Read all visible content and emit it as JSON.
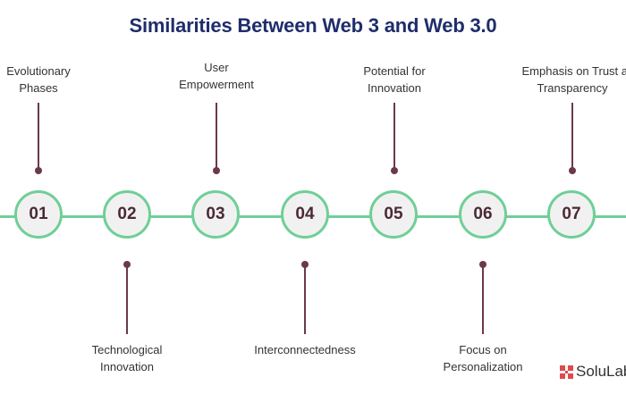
{
  "title": "Similarities Between Web 3 and Web 3.0",
  "colors": {
    "title": "#1f2d6b",
    "line": "#6fcf97",
    "node_fill": "#f2f1f1",
    "number": "#4a2a35",
    "stem": "#6b3a47",
    "logo_mark": "#e04a4a"
  },
  "steps": [
    {
      "number": "01",
      "lines": [
        "Evolutionary",
        "Phases"
      ],
      "position": "above"
    },
    {
      "number": "02",
      "lines": [
        "Technological",
        "Innovation"
      ],
      "position": "below"
    },
    {
      "number": "03",
      "lines": [
        "User",
        "Empowerment"
      ],
      "position": "above"
    },
    {
      "number": "04",
      "lines": [
        "Interconnectedness"
      ],
      "position": "below"
    },
    {
      "number": "05",
      "lines": [
        "Potential for",
        "Innovation"
      ],
      "position": "above"
    },
    {
      "number": "06",
      "lines": [
        "Focus on",
        "Personalization"
      ],
      "position": "below"
    },
    {
      "number": "07",
      "lines": [
        "Emphasis on Trust and",
        "Transparency"
      ],
      "position": "above"
    }
  ],
  "logo": {
    "text": "SoluLabs",
    "icon": "solulab-logo-icon"
  }
}
